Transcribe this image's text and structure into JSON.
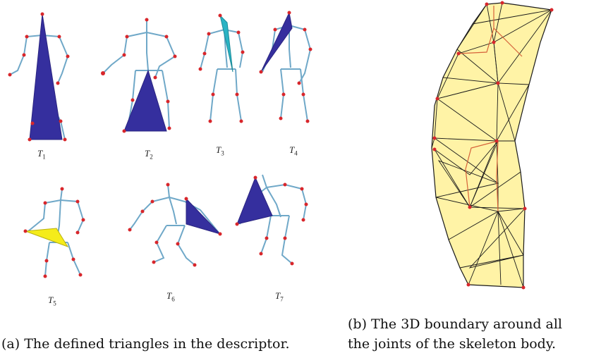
{
  "panel_a": {
    "triangles": [
      {
        "name": "T",
        "sub": "1",
        "fill": "#352f9e"
      },
      {
        "name": "T",
        "sub": "2",
        "fill": "#352f9e"
      },
      {
        "name": "T",
        "sub": "3",
        "fill": "#2ab3c4"
      },
      {
        "name": "T",
        "sub": "4",
        "fill": "#352f9e"
      },
      {
        "name": "T",
        "sub": "5",
        "fill": "#f5ec1a"
      },
      {
        "name": "T",
        "sub": "6",
        "fill": "#352f9e"
      },
      {
        "name": "T",
        "sub": "7",
        "fill": "#352f9e"
      }
    ],
    "caption": "(a) The defined triangles in the descriptor."
  },
  "panel_b": {
    "caption_line1": "(b) The 3D boundary around all",
    "caption_line2": "the joints of the skeleton body.",
    "hull_fill": "#fff3a6",
    "edge_color": "#1a1a1a"
  },
  "colors": {
    "bone": "#6fa8c8",
    "joint": "#d8262b"
  }
}
